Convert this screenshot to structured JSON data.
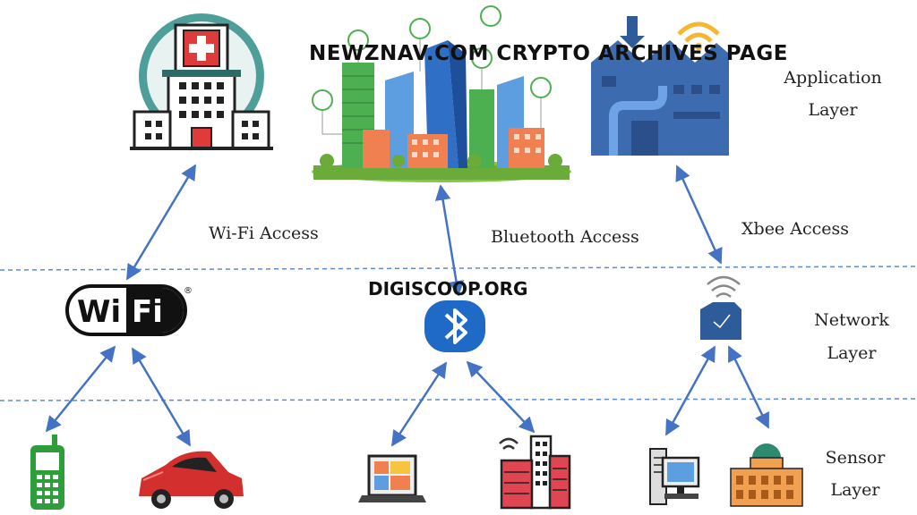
{
  "watermarks": {
    "top": "NEWZNAV.COM CRYPTO ARCHIVES PAGE",
    "middle": "DIGISCOOP.ORG"
  },
  "layers": {
    "application": [
      "Application",
      "Layer"
    ],
    "network": [
      "Network",
      "Layer"
    ],
    "sensor": [
      "Sensor",
      "Layer"
    ]
  },
  "connections": {
    "wifi": "Wi-Fi Access",
    "bluetooth": "Bluetooth Access",
    "xbee": "Xbee Access"
  },
  "icons": {
    "application": [
      "hospital-icon",
      "smart-city-icon",
      "factory-icon"
    ],
    "network": [
      "wifi-logo-icon",
      "bluetooth-icon",
      "xbee-module-icon"
    ],
    "sensor": [
      "mobile-phone-icon",
      "car-icon",
      "laptop-icon",
      "smart-building-icon",
      "desktop-computer-icon",
      "building-icon"
    ]
  },
  "wifi_logo": {
    "left": "Wi",
    "right": "Fi",
    "mark": "®"
  },
  "colors": {
    "arrow": "#4472c4",
    "divider": "#5b8bd0",
    "accent_green": "#4caf50",
    "accent_red": "#d32f2f",
    "accent_blue": "#2e5c9a"
  }
}
